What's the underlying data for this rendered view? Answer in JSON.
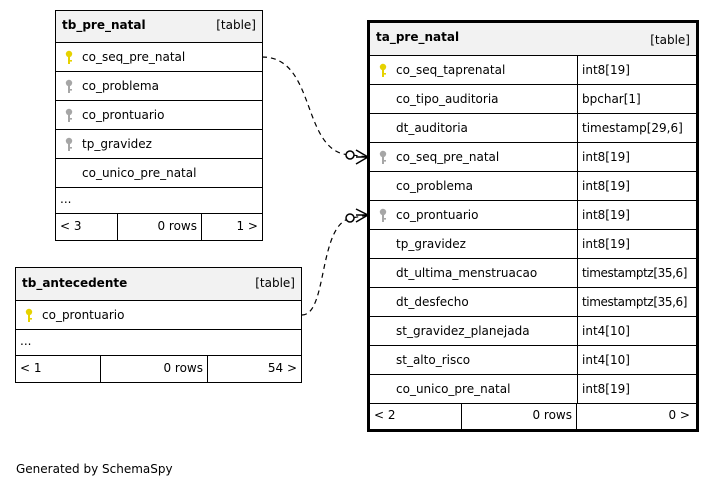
{
  "tables": {
    "tb_pre_natal": {
      "name": "tb_pre_natal",
      "kind": "[table]",
      "columns": [
        {
          "name": "co_seq_pre_natal",
          "key": "primary"
        },
        {
          "name": "co_problema",
          "key": "foreign"
        },
        {
          "name": "co_prontuario",
          "key": "foreign"
        },
        {
          "name": "tp_gravidez",
          "key": "foreign"
        },
        {
          "name": "co_unico_pre_natal",
          "key": "none"
        }
      ],
      "ellipsis": "...",
      "footer": {
        "parents": "< 3",
        "rows": "0 rows",
        "children": "1 >"
      }
    },
    "tb_antecedente": {
      "name": "tb_antecedente",
      "kind": "[table]",
      "columns": [
        {
          "name": "co_prontuario",
          "key": "primary"
        }
      ],
      "ellipsis": "...",
      "footer": {
        "parents": "< 1",
        "rows": "0 rows",
        "children": "54 >"
      }
    },
    "ta_pre_natal": {
      "name": "ta_pre_natal",
      "kind": "[table]",
      "columns": [
        {
          "name": "co_seq_taprenatal",
          "type": "int8[19]",
          "key": "primary"
        },
        {
          "name": "co_tipo_auditoria",
          "type": "bpchar[1]",
          "key": "none"
        },
        {
          "name": "dt_auditoria",
          "type": "timestamp[29,6]",
          "key": "none"
        },
        {
          "name": "co_seq_pre_natal",
          "type": "int8[19]",
          "key": "foreign"
        },
        {
          "name": "co_problema",
          "type": "int8[19]",
          "key": "none"
        },
        {
          "name": "co_prontuario",
          "type": "int8[19]",
          "key": "foreign"
        },
        {
          "name": "tp_gravidez",
          "type": "int8[19]",
          "key": "none"
        },
        {
          "name": "dt_ultima_menstruacao",
          "type": "timestamptz[35,6]",
          "key": "none"
        },
        {
          "name": "dt_desfecho",
          "type": "timestamptz[35,6]",
          "key": "none"
        },
        {
          "name": "st_gravidez_planejada",
          "type": "int4[10]",
          "key": "none"
        },
        {
          "name": "st_alto_risco",
          "type": "int4[10]",
          "key": "none"
        },
        {
          "name": "co_unico_pre_natal",
          "type": "int8[19]",
          "key": "none"
        }
      ],
      "footer": {
        "parents": "< 2",
        "rows": "0 rows",
        "children": "0 >"
      }
    }
  },
  "colors": {
    "primary_key": "#e6d200",
    "foreign_key": "#a6a6a6",
    "header_bg": "#f2f2f2"
  },
  "generated_by": "Generated by SchemaSpy"
}
